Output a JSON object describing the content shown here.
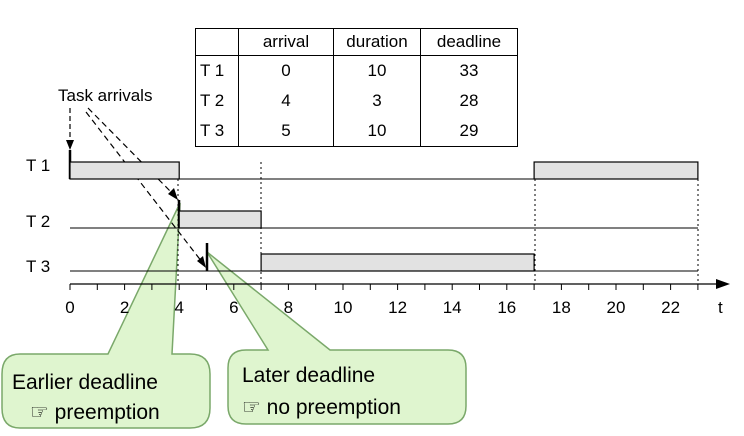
{
  "table": {
    "headers": [
      "",
      "arrival",
      "duration",
      "deadline"
    ],
    "rows": [
      {
        "task": "T 1",
        "arrival": "0",
        "duration": "10",
        "deadline": "33"
      },
      {
        "task": "T 2",
        "arrival": "4",
        "duration": "3",
        "deadline": "28"
      },
      {
        "task": "T 3",
        "arrival": "5",
        "duration": "10",
        "deadline": "29"
      }
    ]
  },
  "annotation": "Task arrivals",
  "task_labels": [
    "T 1",
    "T 2",
    "T 3"
  ],
  "axis": {
    "label": "t",
    "ticks": [
      "0",
      "2",
      "4",
      "6",
      "8",
      "10",
      "12",
      "14",
      "16",
      "18",
      "20",
      "22"
    ]
  },
  "schedule": [
    {
      "task": "T 1",
      "segments": [
        [
          0,
          4
        ],
        [
          17,
          23
        ]
      ]
    },
    {
      "task": "T 2",
      "segments": [
        [
          4,
          7
        ]
      ]
    },
    {
      "task": "T 3",
      "segments": [
        [
          7,
          17
        ]
      ]
    }
  ],
  "callouts": {
    "left": {
      "line1": "Earlier deadline",
      "hand": "☞",
      "line2": "preemption"
    },
    "right": {
      "line1": "Later deadline",
      "hand": "☞",
      "line2": "no preemption"
    }
  },
  "colors": {
    "bar_fill": "#e2e2e2",
    "callout_fill": "#dff5cf",
    "callout_stroke": "#7aa86a"
  }
}
